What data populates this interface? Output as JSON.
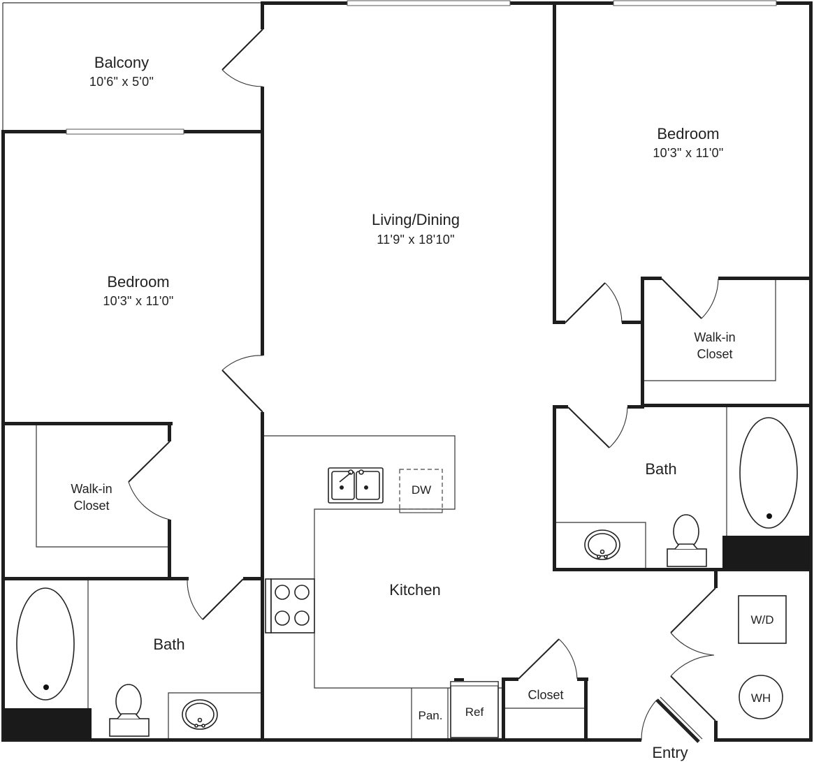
{
  "rooms": {
    "balcony": {
      "name": "Balcony",
      "dim": "10'6\" x 5'0\""
    },
    "living": {
      "name": "Living/Dining",
      "dim": "11'9\" x 18'10\""
    },
    "bedroom_right": {
      "name": "Bedroom",
      "dim": "10'3\" x 11'0\""
    },
    "bedroom_left": {
      "name": "Bedroom",
      "dim": "10'3\" x 11'0\""
    },
    "walkin_right": {
      "line1": "Walk-in",
      "line2": "Closet"
    },
    "walkin_left": {
      "line1": "Walk-in",
      "line2": "Closet"
    },
    "bath_right": {
      "name": "Bath"
    },
    "bath_left": {
      "name": "Bath"
    },
    "kitchen": {
      "name": "Kitchen"
    },
    "closet": {
      "name": "Closet"
    },
    "entry": {
      "name": "Entry"
    }
  },
  "fixtures": {
    "dishwasher": "DW",
    "pantry": "Pan.",
    "refrigerator": "Ref",
    "washer_dryer": "W/D",
    "water_heater": "WH"
  },
  "colors": {
    "wall": "#1e1e1e",
    "background": "#ffffff"
  }
}
